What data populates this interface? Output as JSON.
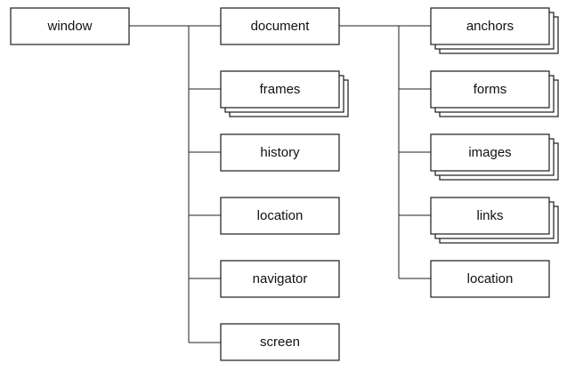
{
  "diagram": {
    "root": {
      "label": "window"
    },
    "window_children": [
      {
        "label": "document",
        "stacked": false
      },
      {
        "label": "frames",
        "stacked": true
      },
      {
        "label": "history",
        "stacked": false
      },
      {
        "label": "location",
        "stacked": false
      },
      {
        "label": "navigator",
        "stacked": false
      },
      {
        "label": "screen",
        "stacked": false
      }
    ],
    "document_children": [
      {
        "label": "anchors",
        "stacked": true
      },
      {
        "label": "forms",
        "stacked": true
      },
      {
        "label": "images",
        "stacked": true
      },
      {
        "label": "links",
        "stacked": true
      },
      {
        "label": "location",
        "stacked": false
      }
    ]
  }
}
